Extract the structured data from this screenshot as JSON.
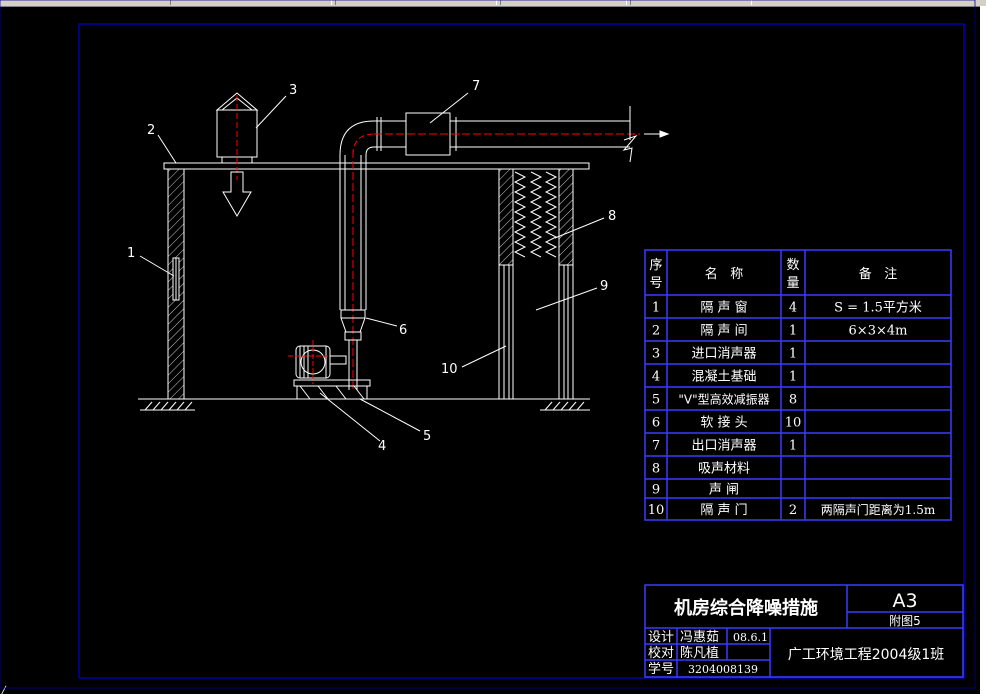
{
  "drawing": {
    "callouts": [
      "1",
      "2",
      "3",
      "4",
      "5",
      "6",
      "7",
      "8",
      "9",
      "10"
    ]
  },
  "parts_table": {
    "headers": {
      "index": [
        "序",
        "号"
      ],
      "name": "名   称",
      "qty": [
        "数",
        "量"
      ],
      "note": "备   注"
    },
    "rows": [
      {
        "index": "1",
        "name": "隔 声 窗",
        "qty": "4",
        "note": "S = 1.5平方米"
      },
      {
        "index": "2",
        "name": "隔 声 间",
        "qty": "1",
        "note": "6×3×4m"
      },
      {
        "index": "3",
        "name": "进口消声器",
        "qty": "1",
        "note": ""
      },
      {
        "index": "4",
        "name": "混凝土基础",
        "qty": "1",
        "note": ""
      },
      {
        "index": "5",
        "name": "\"V\"型高效减振器",
        "qty": "8",
        "note": ""
      },
      {
        "index": "6",
        "name": "软 接 头",
        "qty": "10",
        "note": ""
      },
      {
        "index": "7",
        "name": "出口消声器",
        "qty": "1",
        "note": ""
      },
      {
        "index": "8",
        "name": "吸声材料",
        "qty": "",
        "note": ""
      },
      {
        "index": "9",
        "name": "声   闸",
        "qty": "",
        "note": ""
      },
      {
        "index": "10",
        "name": "隔 声 门",
        "qty": "2",
        "note": "两隔声门距离为1.5m"
      }
    ]
  },
  "title_block": {
    "title": "机房综合降噪措施",
    "sheet_size": "A3",
    "figure": "附图5",
    "design_label": "设计",
    "designer": "冯惠茹",
    "date": "08.6.1",
    "check_label": "校对",
    "checker": "陈凡植",
    "id_label": "学号",
    "student_id": "3204008139",
    "school": "广工环境工程2004级1班"
  },
  "colors": {
    "frame": "#0000ff",
    "table_line": "#3a3aff",
    "line": "#ffffff",
    "hatch": "#c8c8c8",
    "centerline": "#ff0000",
    "background": "#000000"
  }
}
